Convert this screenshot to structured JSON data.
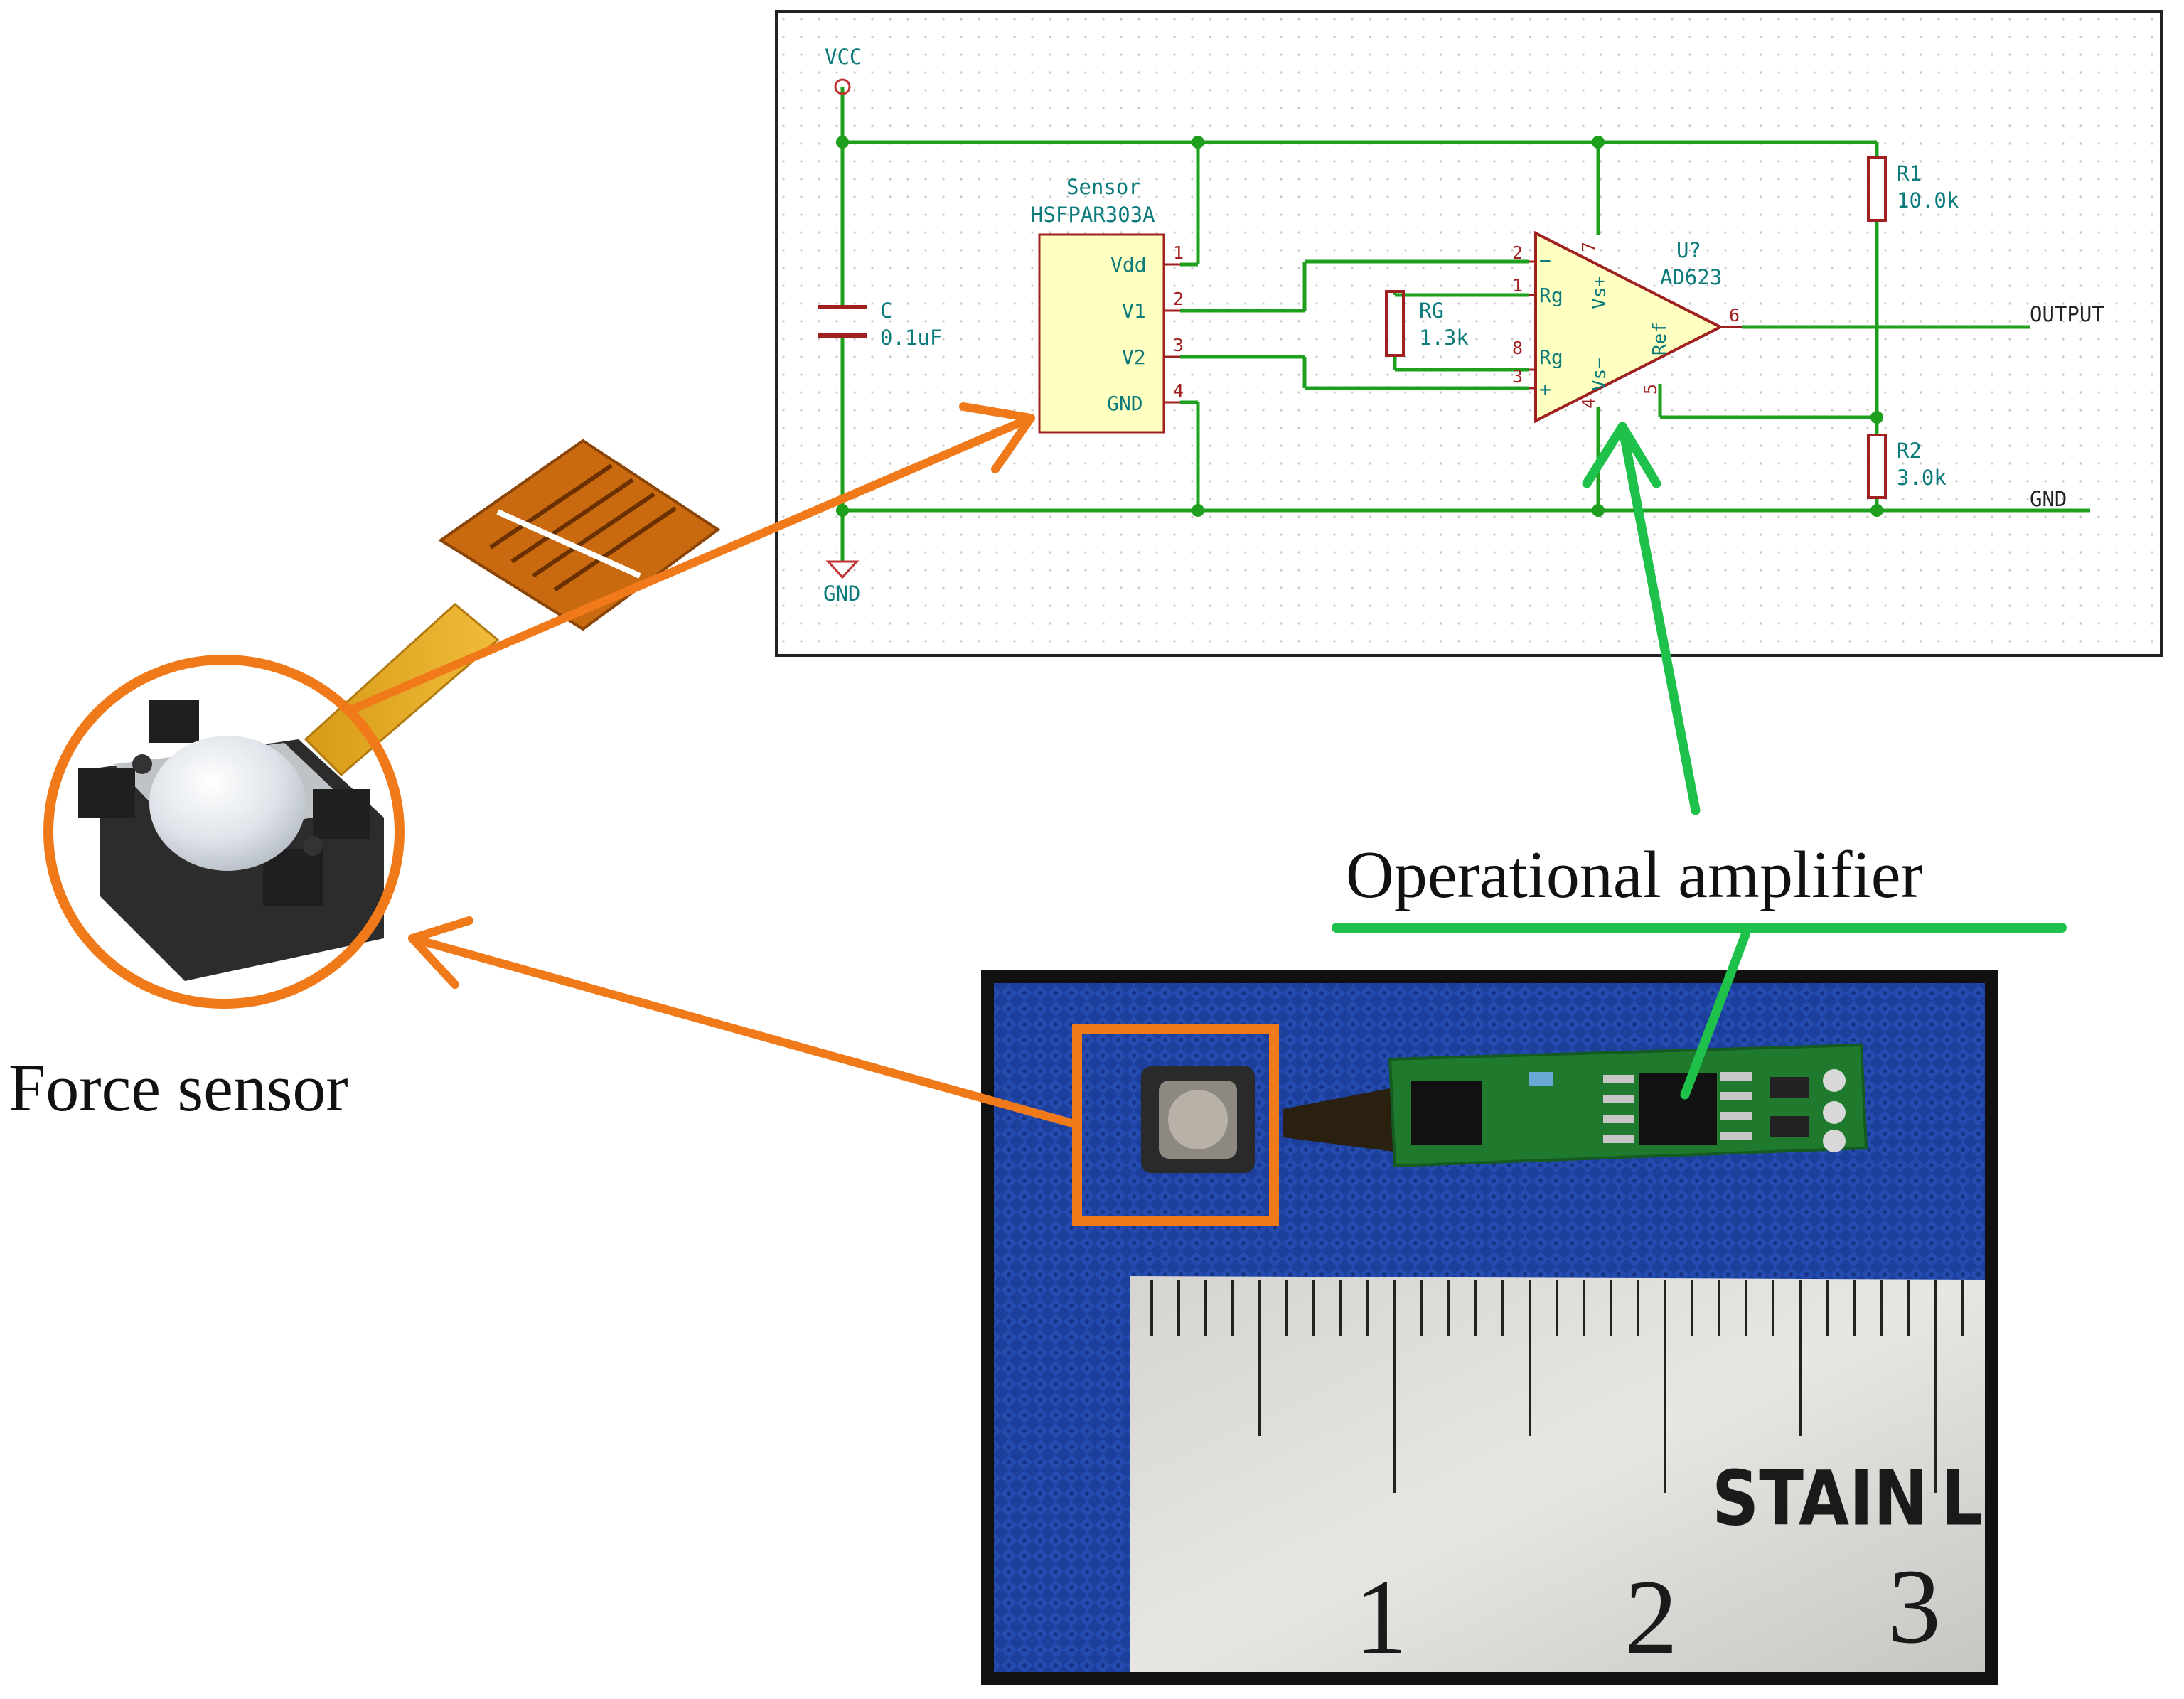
{
  "schematic": {
    "vcc_label": "VCC",
    "gnd_label": "GND",
    "capacitor": {
      "ref": "C",
      "value": "0.1uF"
    },
    "sensor": {
      "ref": "Sensor",
      "part": "HSFPAR303A",
      "pins": [
        {
          "name": "Vdd",
          "number": "1"
        },
        {
          "name": "V1",
          "number": "2"
        },
        {
          "name": "V2",
          "number": "3"
        },
        {
          "name": "GND",
          "number": "4"
        }
      ]
    },
    "rg": {
      "ref": "RG",
      "value": "1.3k"
    },
    "amp": {
      "ref": "U?",
      "part": "AD623",
      "pin_minus": "−",
      "pin_plus": "+",
      "rg_top": "Rg",
      "rg_bottom": "Rg",
      "vs_plus": "Vs+",
      "vs_minus": "Vs−",
      "ref_pin": "Ref",
      "pin_numbers": {
        "in_minus": "2",
        "rg1": "1",
        "rg8": "8",
        "in_plus": "3",
        "vs_plus": "7",
        "vs_minus": "4",
        "ref": "5",
        "out": "6"
      }
    },
    "r1": {
      "ref": "R1",
      "value": "10.0k"
    },
    "r2": {
      "ref": "R2",
      "value": "3.0k"
    },
    "output_label": "OUTPUT",
    "gnd_net_label": "GND"
  },
  "labels": {
    "force_sensor": "Force sensor",
    "operational_amplifier": "Operational amplifier"
  },
  "photo": {
    "ruler_text": "STAIN",
    "ruler_text_2": "L",
    "ruler_numbers": [
      "1",
      "2",
      "3"
    ]
  },
  "colors": {
    "wire": "#1ea01e",
    "pin": "#a02020",
    "text": "#0b7a7a",
    "sensor_fill": "#ffffc2",
    "arrow_orange": "#f07a1a",
    "arrow_green": "#1ec24a",
    "fabric": "#1d3f9c",
    "pcb": "#1f7a2e"
  }
}
